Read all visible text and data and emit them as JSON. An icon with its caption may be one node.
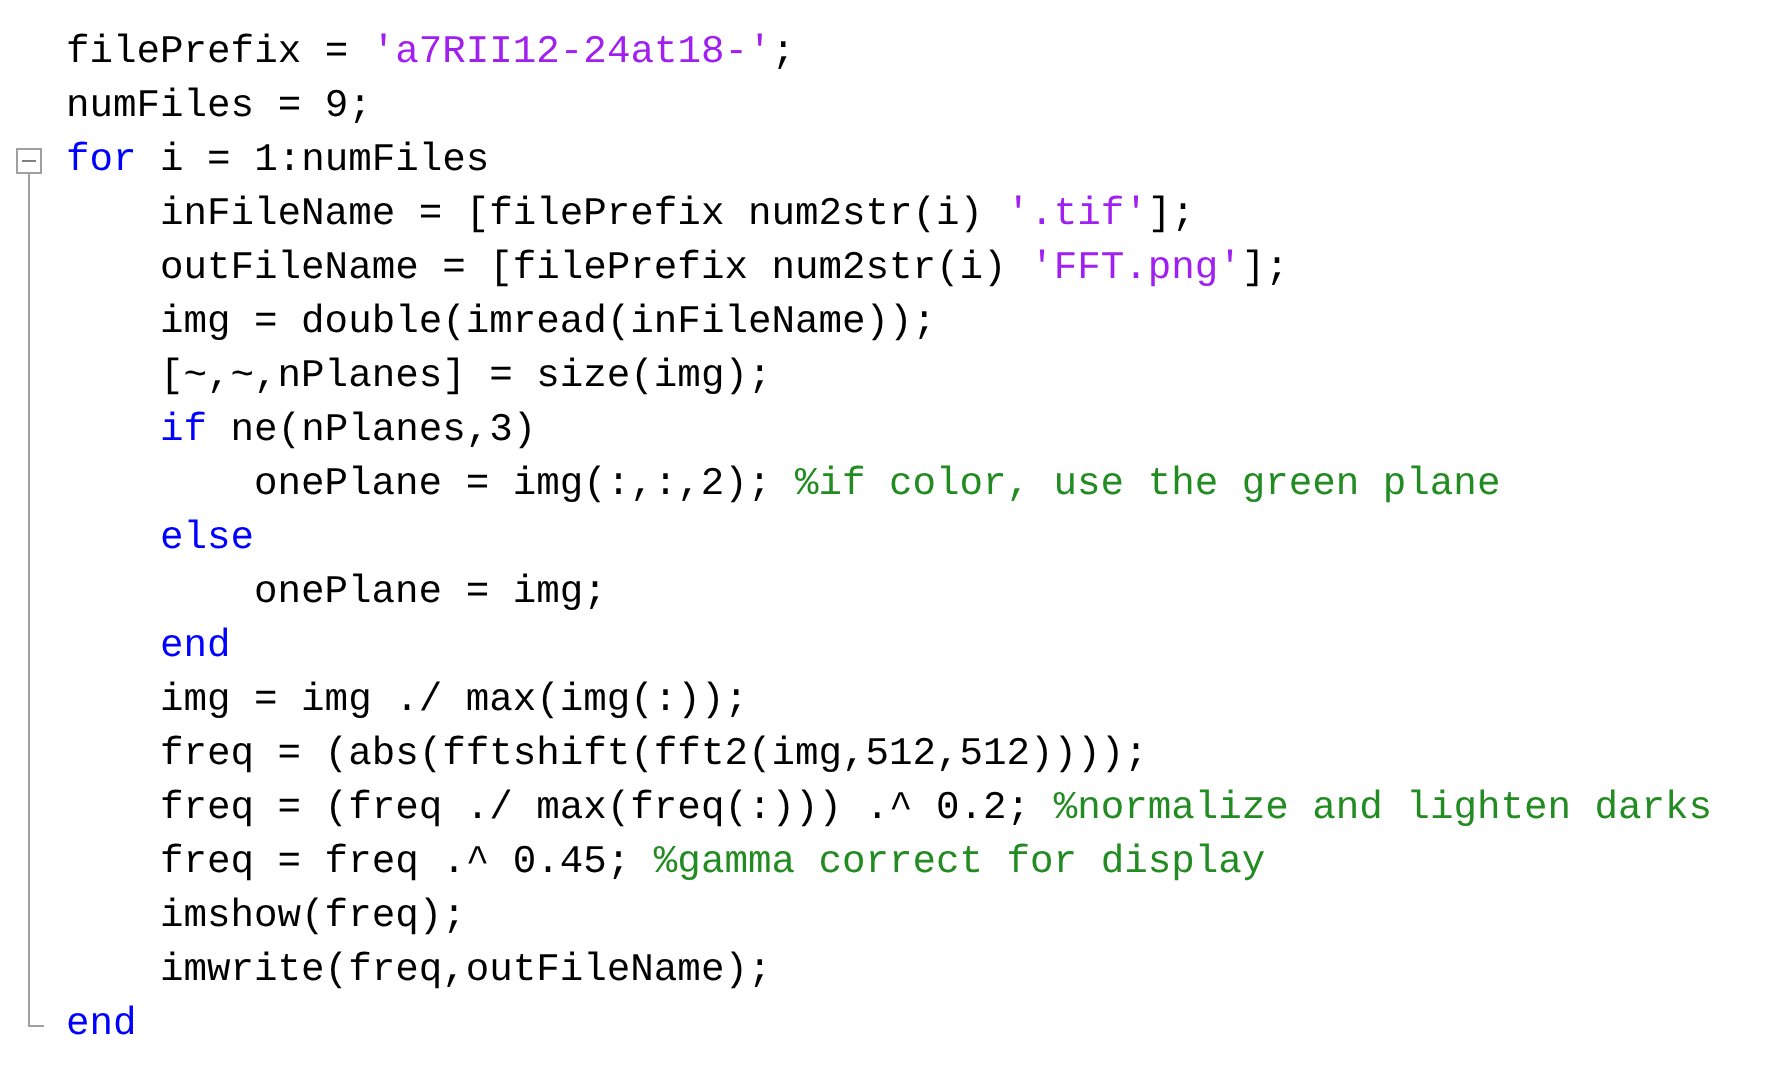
{
  "diagram": {
    "labels": [
      "filePrefix = 'a7RII12-24at18-';",
      "numFiles = 9;",
      "for i = 1:numFiles",
      "inFileName = [filePrefix num2str(i) '.tif'];",
      "outFileName = [filePrefix num2str(i) 'FFT.png'];",
      "img = double(imread(inFileName));",
      "[~,~,nPlanes] = size(img);",
      "if ne(nPlanes,3)",
      "onePlane = img(:,:,2); %if color, use the green plane",
      "else",
      "onePlane = img;",
      "end",
      "img = img ./ max(img(:));",
      "freq = (abs(fftshift(fft2(img,512,512))));",
      "freq = (freq ./ max(freq(:))) .^ 0.2; %normalize and lighten darks",
      "freq = freq .^ 0.45; %gamma correct for display",
      "imshow(freq);",
      "imwrite(freq,outFileName);",
      "end"
    ]
  }
}
